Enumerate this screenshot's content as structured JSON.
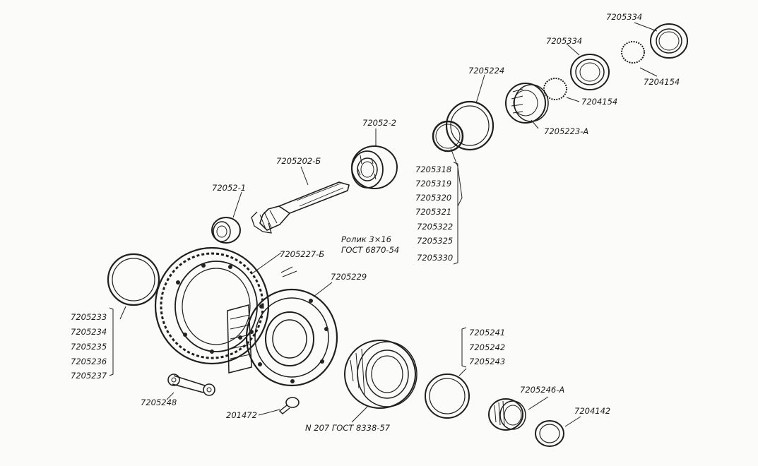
{
  "labels": {
    "p7205334_top": "7205334",
    "p7205334_mid": "7205334",
    "p7204154_right": "7204154",
    "p7204154_mid": "7204154",
    "p7205224": "7205224",
    "p7205223a": "7205223-А",
    "p72052_2": "72052-2",
    "p7205202b": "7205202-Б",
    "p72052_1": "72052-1",
    "roller_line1": "Ролик 3×16",
    "roller_line2": "ГОСТ 6870-54",
    "p7205227b": "7205227-Б",
    "p7205229": "7205229",
    "bearing_n207": "N 207 ГОСТ 8338-57",
    "p201472": "201472",
    "p7205248": "7205248",
    "p7205246a": "7205246-А",
    "p7204142": "7204142"
  },
  "shim_group_right": [
    "7205318",
    "7205319",
    "7205320",
    "7205321",
    "7205322",
    "7205325",
    "7205330"
  ],
  "shim_group_left": [
    "7205233",
    "7205234",
    "7205235",
    "7205236",
    "7205237"
  ],
  "shim_group_bottom": [
    "7205241",
    "7205242",
    "7205243"
  ]
}
